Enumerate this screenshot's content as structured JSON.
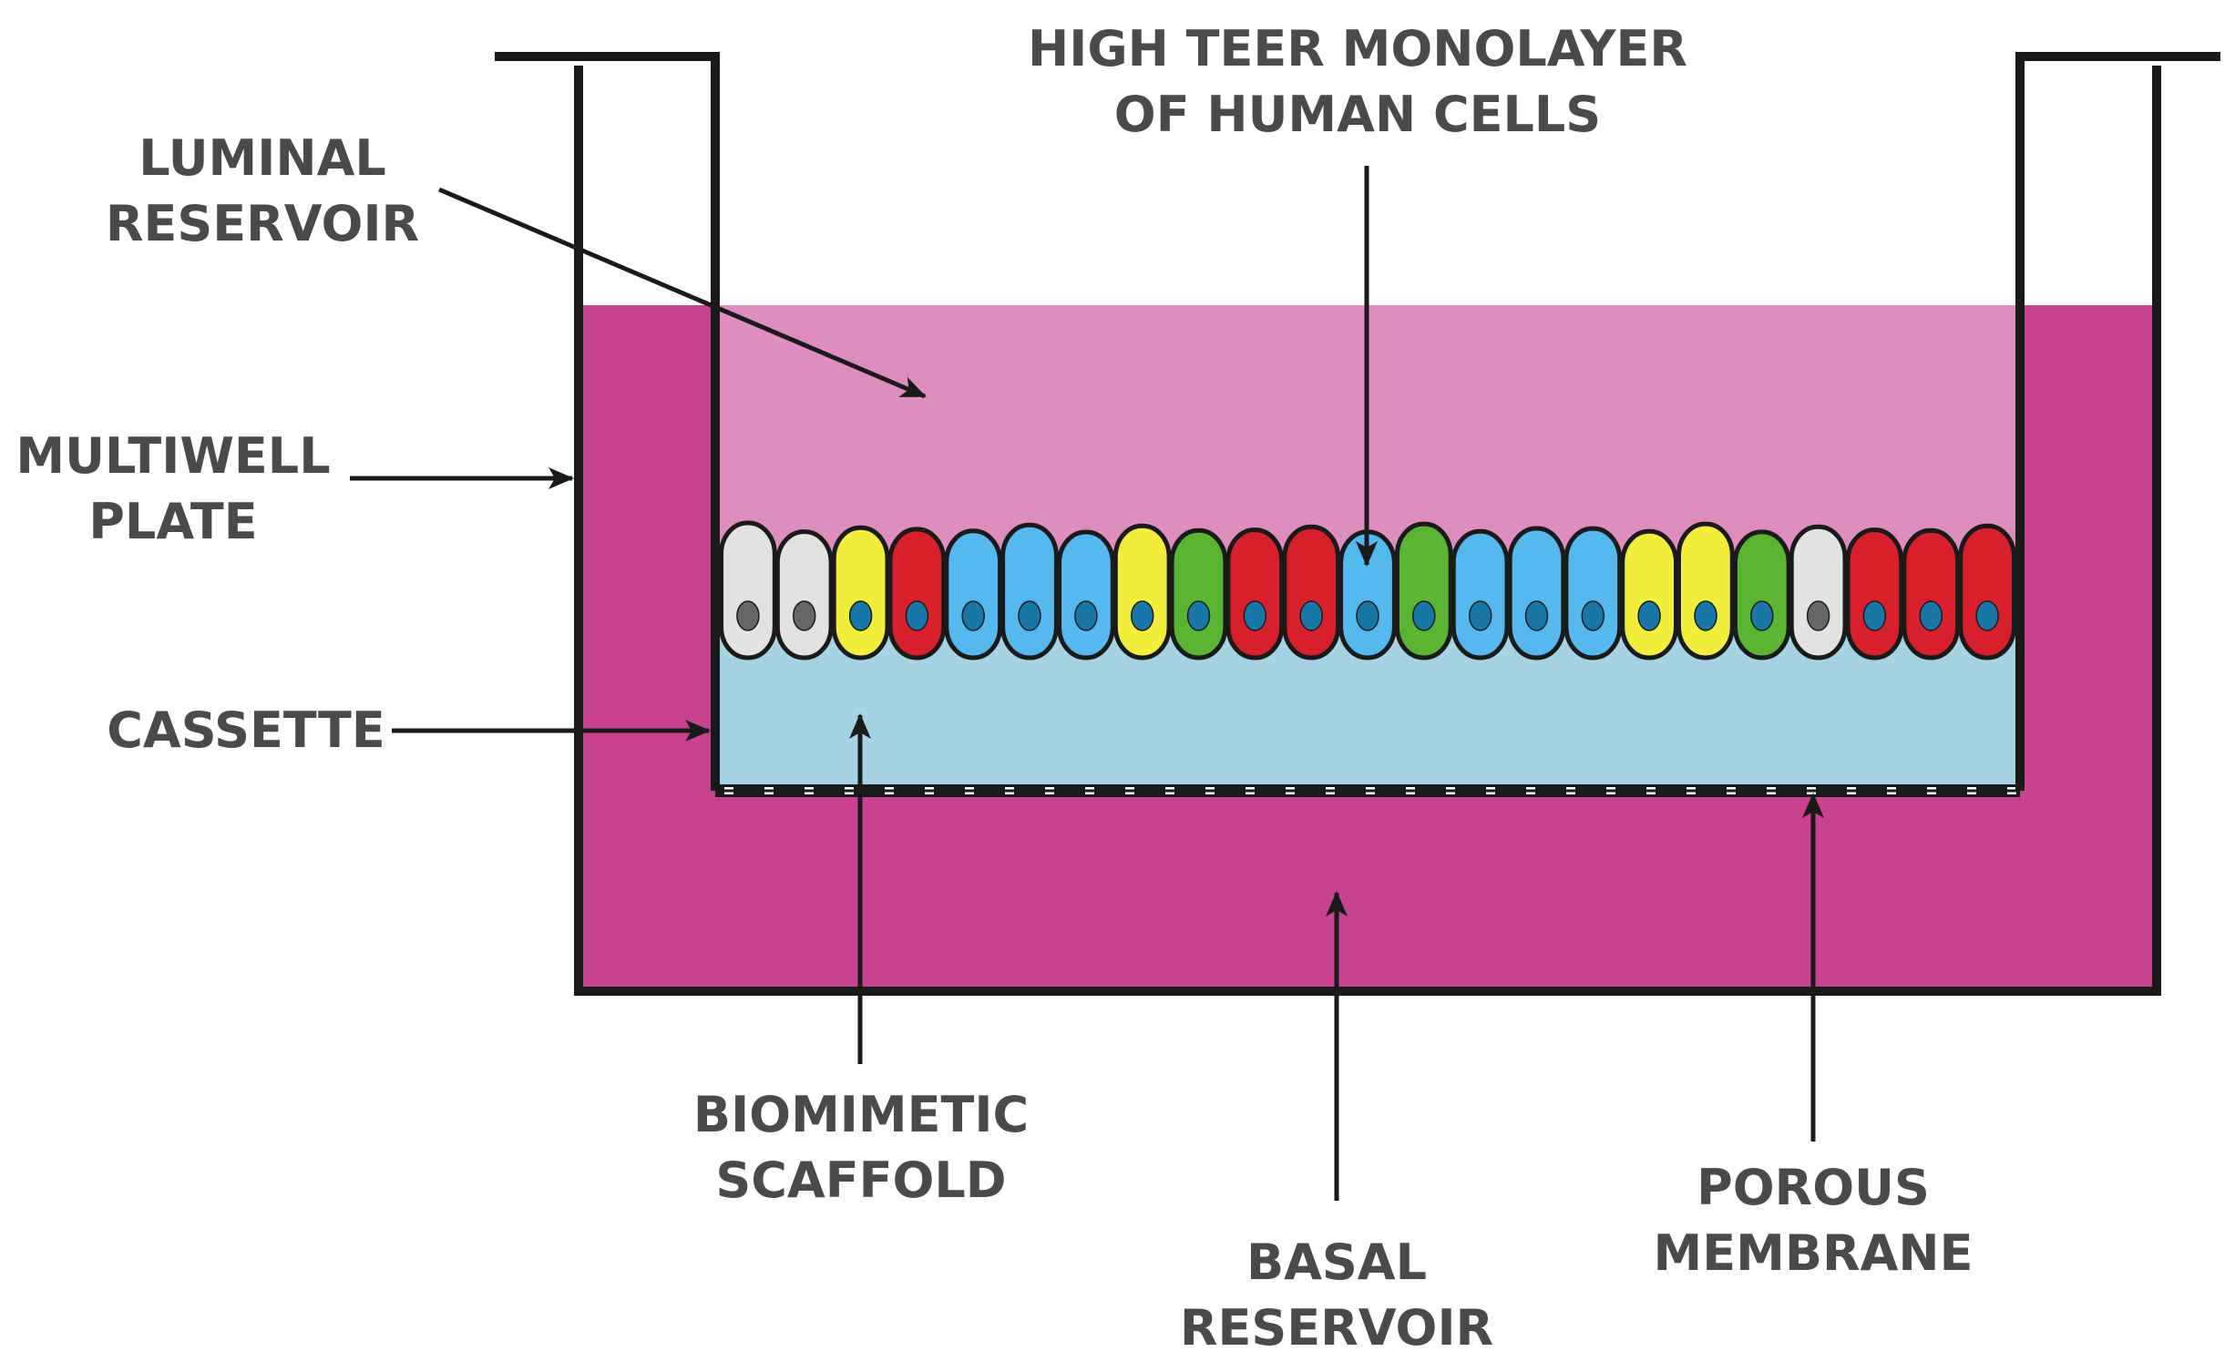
{
  "labels": {
    "luminal_reservoir": [
      "LUMINAL",
      "RESERVOIR"
    ],
    "multiwell_plate": [
      "MULTIWELL",
      "PLATE"
    ],
    "cassette": [
      "CASSETTE"
    ],
    "monolayer": [
      "HIGH TEER MONOLAYER",
      "OF HUMAN CELLS"
    ],
    "biomimetic_scaffold": [
      "BIOMIMETIC",
      "SCAFFOLD"
    ],
    "basal_reservoir": [
      "BASAL",
      "RESERVOIR"
    ],
    "porous_membrane": [
      "POROUS",
      "MEMBRANE"
    ]
  },
  "colors": {
    "outline": "#1a1a1a",
    "plate_medium": "#c8428e",
    "luminal_medium": "#de8ebd",
    "scaffold": "#a5d3e2",
    "label_text": "#4a4a4a",
    "cell_white": "#e2e2e2",
    "cell_yellow": "#f2ee3c",
    "cell_red": "#d8202c",
    "cell_blue": "#55b8ee",
    "cell_green": "#5cb532",
    "nucleus": "#1977a8",
    "nucleus_grey": "#666666"
  },
  "cells": [
    "white",
    "white",
    "yellow",
    "red",
    "blue",
    "blue",
    "blue",
    "yellow",
    "green",
    "red",
    "red",
    "blue",
    "green",
    "blue",
    "blue",
    "blue",
    "yellow",
    "yellow",
    "green",
    "white",
    "red",
    "red",
    "red"
  ]
}
